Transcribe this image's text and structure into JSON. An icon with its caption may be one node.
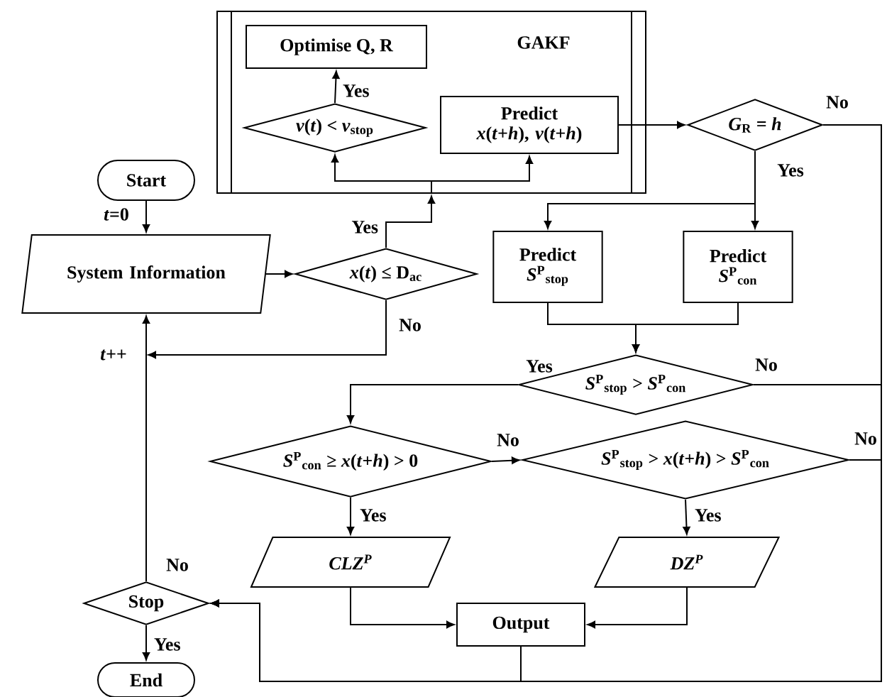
{
  "diagram": {
    "nodes": [
      {
        "text": [
          "Start"
        ]
      },
      {
        "text": [
          "System Information"
        ]
      },
      {
        "text": [
          "*x*(*t*) ≤ D$_{ac}$"
        ]
      },
      {
        "text": [
          "GAKF"
        ]
      },
      {
        "text": [
          "Optimise Q, R"
        ],
        "in": 3
      },
      {
        "text": [
          "*v*(*t*) < *v*$_{stop}$"
        ],
        "in": 3
      },
      {
        "text": [
          "Predict *x*(*t*+*h*), *v*(*t*+*h*)"
        ],
        "in": 3
      },
      {
        "text": [
          "*G*$_{R}$ = *h*"
        ]
      },
      {
        "text": [
          "Predict *S*$^{P}$$_{stop}$"
        ]
      },
      {
        "text": [
          "Predict *S*$^{P}$$_{con}$"
        ]
      },
      {
        "text": [
          "*S*$^{P}$$_{stop}$ > *S*$^{P}$$_{con}$"
        ]
      },
      {
        "text": [
          "*S*$^{P}$$_{con}$ ≥ *x*(*t*+*h*) > 0"
        ]
      },
      {
        "text": [
          "*S*$^{P}$$_{stop}$ > *x*(*t*+*h*) > *S*$^{P}$$_{con}$"
        ]
      },
      {
        "text": [
          "CLZ$^{P}$"
        ]
      },
      {
        "text": [
          "DZ$^{P}$"
        ]
      },
      {
        "text": [
          "Output"
        ]
      },
      {
        "text": [
          "Stop"
        ]
      },
      {
        "text": [
          "End"
        ]
      }
    ],
    "edges": [
      {
        "from": 0,
        "to": 1,
        "arrow": "to"
      },
      {
        "from": 1,
        "to": 2,
        "arrow": "to"
      },
      {
        "from": 2,
        "to": 3,
        "arrow": "to",
        "label": "Yes"
      },
      {
        "from": 3,
        "to": 5,
        "arrow": "to"
      },
      {
        "from": 3,
        "to": 6,
        "arrow": "to"
      },
      {
        "from": 5,
        "to": 4,
        "arrow": "to",
        "label": "Yes"
      },
      {
        "from": 6,
        "to": 7,
        "arrow": "to"
      },
      {
        "from": 7,
        "to": 16,
        "arrow": "to",
        "label": "No"
      },
      {
        "from": 7,
        "to": 8,
        "arrow": "to",
        "label": "Yes"
      },
      {
        "from": 7,
        "to": 9,
        "arrow": "to"
      },
      {
        "from": 8,
        "to": 10,
        "arrow": "to"
      },
      {
        "from": 9,
        "to": 10,
        "arrow": "to"
      },
      {
        "from": 2,
        "to": 1,
        "arrow": "to",
        "label": "No"
      },
      {
        "from": 10,
        "to": 11,
        "arrow": "to",
        "label": "Yes"
      },
      {
        "from": 10,
        "to": 16,
        "arrow": "to",
        "label": "No"
      },
      {
        "from": 11,
        "to": 12,
        "arrow": "to",
        "label": "No"
      },
      {
        "from": 12,
        "to": 16,
        "arrow": "to",
        "label": "No"
      },
      {
        "from": 11,
        "to": 13,
        "arrow": "to",
        "label": "Yes"
      },
      {
        "from": 12,
        "to": 14,
        "arrow": "to",
        "label": "Yes"
      },
      {
        "from": 13,
        "to": 15,
        "arrow": "to"
      },
      {
        "from": 14,
        "to": 15,
        "arrow": "to"
      },
      {
        "from": 15,
        "to": 16,
        "arrow": "to"
      },
      {
        "from": 16,
        "to": 1,
        "arrow": "to",
        "label": "No"
      },
      {
        "from": 16,
        "to": 17,
        "arrow": "to",
        "label": "Yes"
      }
    ],
    "labels": [
      "*t*=0",
      "*t*++"
    ]
  }
}
